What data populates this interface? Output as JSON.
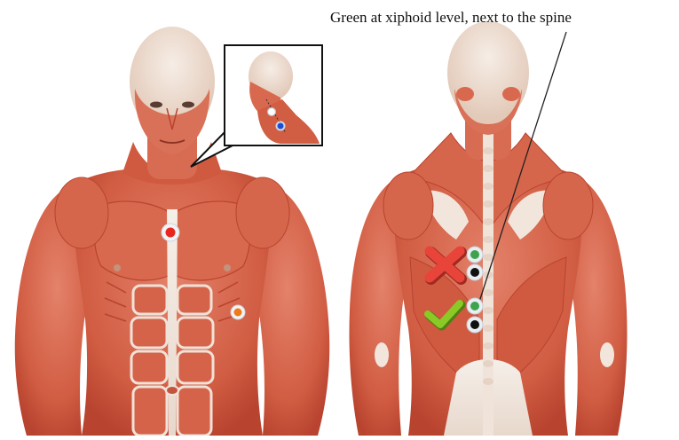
{
  "annotation": {
    "caption": "Green at xiphoid level, next to the spine"
  },
  "figures": [
    {
      "view": "anterior",
      "description_icon": "front-muscle-anatomy"
    },
    {
      "view": "posterior",
      "description_icon": "back-muscle-anatomy"
    }
  ],
  "markers": {
    "front": [
      {
        "id": "sternum-red",
        "color": "#e8261e",
        "ring": "#f3f3f5"
      },
      {
        "id": "left-side-orange",
        "color": "#f07a18",
        "ring": "#f3f3f5"
      }
    ],
    "inset": [
      {
        "id": "inset-white",
        "color": "#ffffff",
        "ring": "#d0d6de"
      },
      {
        "id": "inset-blue",
        "color": "#1a4fd6",
        "ring": "#d0d6de"
      }
    ],
    "back": [
      {
        "id": "upper-green",
        "color": "#3fa34d",
        "ring": "#e9eef3"
      },
      {
        "id": "upper-black",
        "color": "#111111",
        "ring": "#e9eef3"
      },
      {
        "id": "lower-green",
        "color": "#3fa34d",
        "ring": "#e9eef3"
      },
      {
        "id": "lower-black",
        "color": "#111111",
        "ring": "#e9eef3"
      }
    ]
  },
  "symbols": {
    "wrong": {
      "icon": "red-cross-icon",
      "color": "#e8443a"
    },
    "right": {
      "icon": "green-check-icon",
      "color": "#8ac926"
    }
  },
  "colors": {
    "muscle": "#d9694e",
    "muscle_dark": "#b8432f",
    "skin": "#ecd9c9",
    "tendon": "#f4ece6",
    "line": "#222222"
  }
}
